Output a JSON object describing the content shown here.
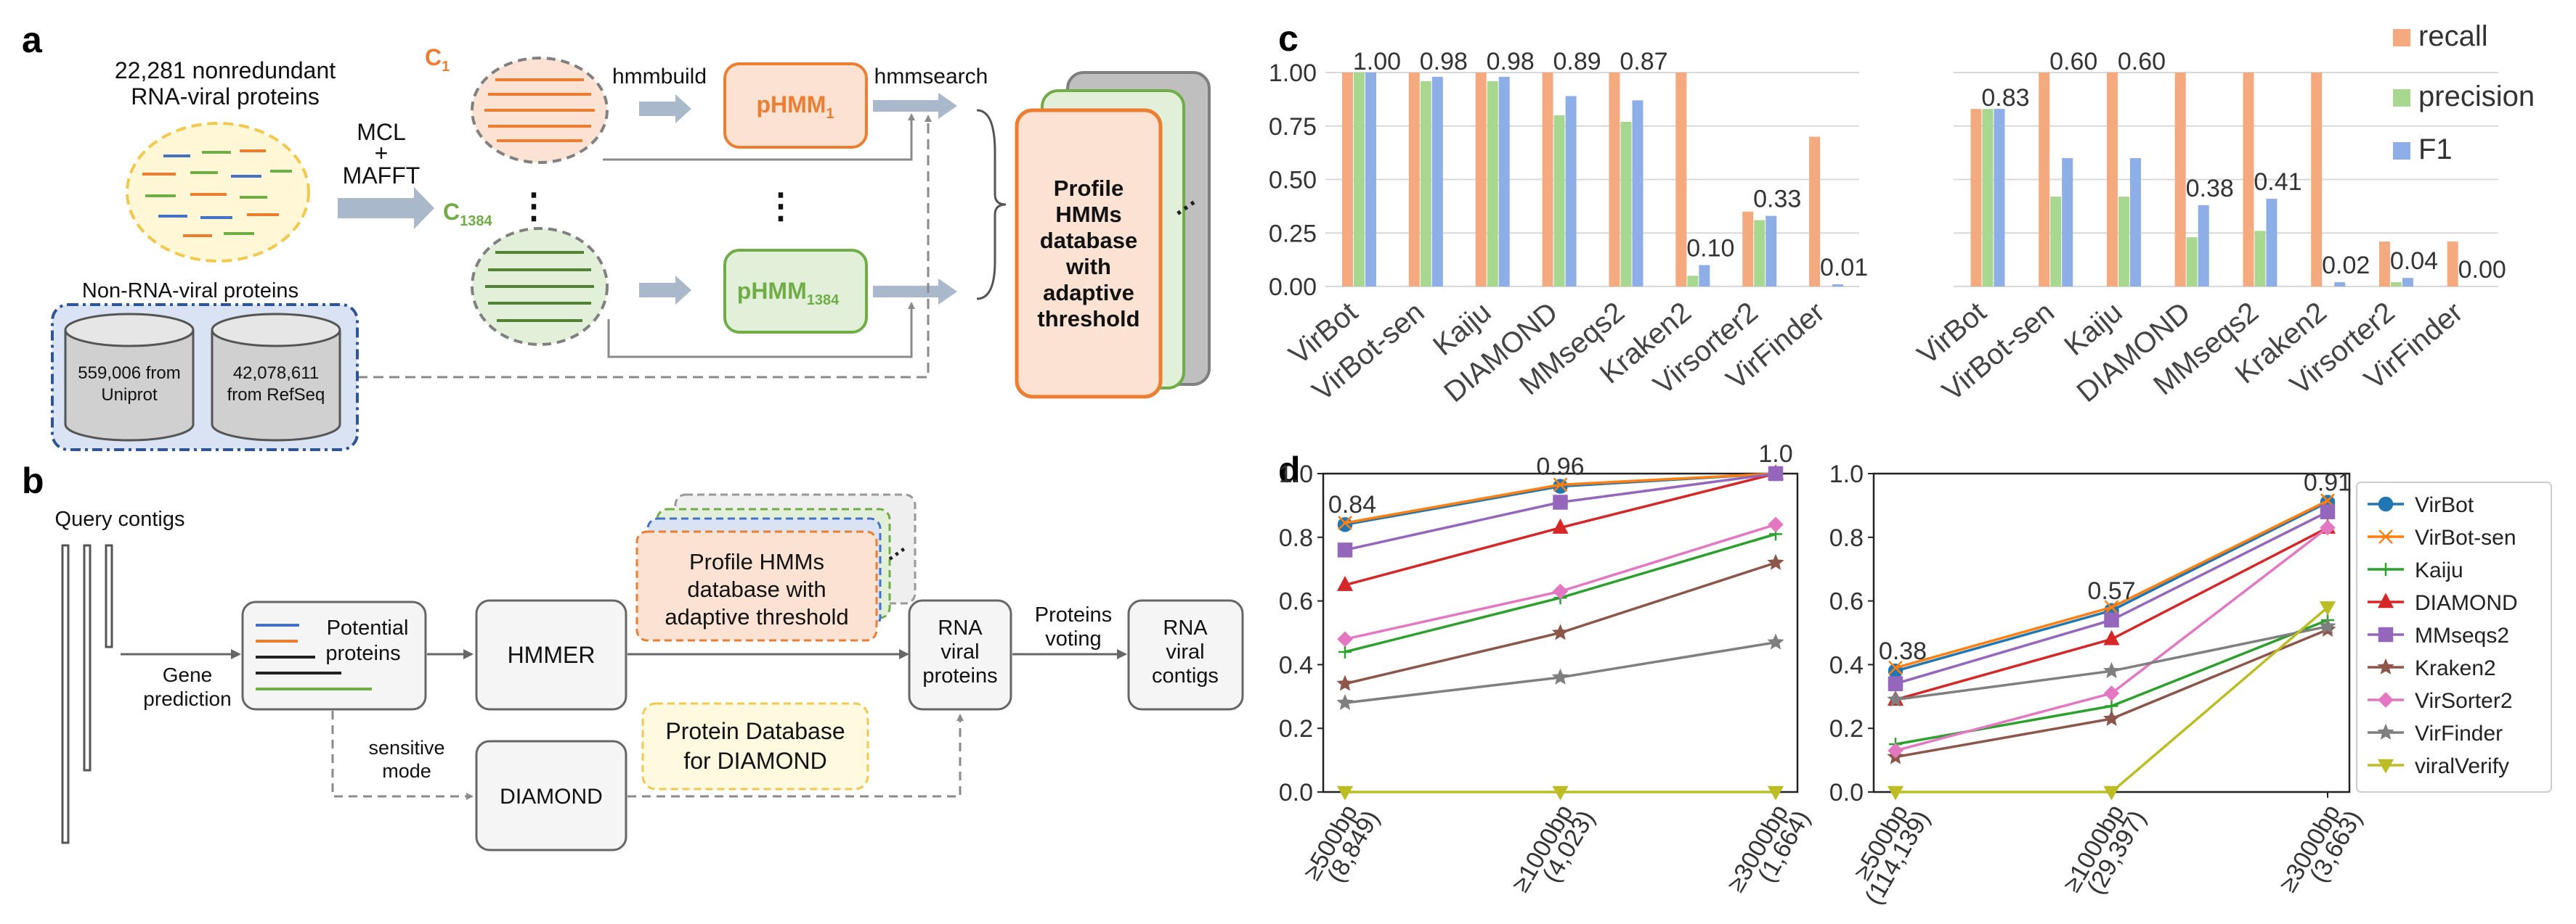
{
  "panel_labels": {
    "a": "a",
    "b": "b",
    "c": "c",
    "d": "d"
  },
  "panel_a": {
    "title_line1": "22,281 nonredundant",
    "title_line2": "RNA-viral proteins",
    "mcl": "MCL",
    "plus": "+",
    "mafft": "MAFFT",
    "c1_main": "C",
    "c1_sub": "1",
    "cn_main": "C",
    "cn_sub": "1384",
    "hmmbuild": "hmmbuild",
    "hmmsearch": "hmmsearch",
    "phmm1_main": "pHMM",
    "phmm1_sub": "1",
    "phmmn_main": "pHMM",
    "phmmn_sub": "1384",
    "nonviral_title": "Non-RNA-viral proteins",
    "db1_line1": "559,006 from",
    "db1_line2": "Uniprot",
    "db2_line1": "42,078,611",
    "db2_line2": "from RefSeq",
    "profile_lines": [
      "Profile",
      "HMMs",
      "database",
      "with",
      "adaptive",
      "threshold"
    ],
    "dots": "⋮"
  },
  "panel_b": {
    "query": "Query contigs",
    "gene_pred_line1": "Gene",
    "gene_pred_line2": "prediction",
    "potential_line1": "Potential",
    "potential_line2": "proteins",
    "hmmer": "HMMER",
    "profile_line1": "Profile HMMs",
    "profile_line2": "database with",
    "profile_line3": "adaptive threshold",
    "rna_line1": "RNA",
    "rna_line2": "viral",
    "rna_line3": "proteins",
    "voting_line1": "Proteins",
    "voting_line2": "voting",
    "contigs_line1": "RNA",
    "contigs_line2": "viral",
    "contigs_line3": "contigs",
    "sensitive_line1": "sensitive",
    "sensitive_line2": "mode",
    "diamond": "DIAMOND",
    "protdb_line1": "Protein Database",
    "protdb_line2": "for DIAMOND"
  },
  "colors": {
    "recall": "#f5a97f",
    "precision": "#a8d890",
    "f1": "#8eaee8",
    "orange": "#ed7d31",
    "green": "#70ad47",
    "blue_dash": "#2f5597",
    "yellow_dash": "#f2c94c",
    "arrow": "#aab8cc"
  },
  "chart_data": [
    {
      "type": "bar",
      "categories": [
        "VirBot",
        "VirBot-sen",
        "Kaiju",
        "DIAMOND",
        "MMseqs2",
        "Kraken2",
        "Virsorter2",
        "VirFinder"
      ],
      "series": [
        {
          "name": "recall",
          "values": [
            1.0,
            1.0,
            1.0,
            1.0,
            1.0,
            1.0,
            0.35,
            0.7
          ]
        },
        {
          "name": "precision",
          "values": [
            1.0,
            0.96,
            0.96,
            0.8,
            0.77,
            0.05,
            0.31,
            0.0
          ]
        },
        {
          "name": "F1",
          "values": [
            1.0,
            0.98,
            0.98,
            0.89,
            0.87,
            0.1,
            0.33,
            0.01
          ]
        }
      ],
      "annotations": [
        "1.00",
        "0.98",
        "0.98",
        "0.89",
        "0.87",
        "0.10",
        "0.33",
        "0.01"
      ],
      "yticks": [
        "0.00",
        "0.25",
        "0.50",
        "0.75",
        "1.00"
      ],
      "ylim": [
        0,
        1.0
      ],
      "grid": true,
      "legend": "top-right"
    },
    {
      "type": "bar",
      "categories": [
        "VirBot",
        "VirBot-sen",
        "Kaiju",
        "DIAMOND",
        "MMseqs2",
        "Kraken2",
        "Virsorter2",
        "VirFinder"
      ],
      "series": [
        {
          "name": "recall",
          "values": [
            0.83,
            1.0,
            1.0,
            1.0,
            1.0,
            1.0,
            0.21,
            0.21
          ]
        },
        {
          "name": "precision",
          "values": [
            0.83,
            0.42,
            0.42,
            0.23,
            0.26,
            0.0,
            0.02,
            0.0
          ]
        },
        {
          "name": "F1",
          "values": [
            0.83,
            0.6,
            0.6,
            0.38,
            0.41,
            0.02,
            0.04,
            0.0
          ]
        }
      ],
      "annotations": [
        "0.83",
        "0.60",
        "0.60",
        "0.38",
        "0.41",
        "0.02",
        "0.04",
        "0.00"
      ],
      "ylim": [
        0,
        1.0
      ],
      "grid": true
    },
    {
      "type": "line",
      "x": [
        "≥500bp\n(8,849)",
        "≥1000bp\n(4,023)",
        "≥3000bp\n(1,664)"
      ],
      "xtick_line1": [
        "≥500bp",
        "≥1000bp",
        "≥3000bp"
      ],
      "xtick_line2": [
        "(8,849)",
        "(4,023)",
        "(1,664)"
      ],
      "series": [
        {
          "name": "VirBot",
          "color": "#1f77b4",
          "marker": "circle",
          "values": [
            0.84,
            0.96,
            1.0
          ]
        },
        {
          "name": "VirBot-sen",
          "color": "#ff7f0e",
          "marker": "x",
          "values": [
            0.845,
            0.965,
            1.0
          ]
        },
        {
          "name": "Kaiju",
          "color": "#2ca02c",
          "marker": "plus",
          "values": [
            0.44,
            0.61,
            0.81
          ]
        },
        {
          "name": "DIAMOND",
          "color": "#d62728",
          "marker": "triangle",
          "values": [
            0.65,
            0.83,
            1.0
          ]
        },
        {
          "name": "MMseqs2",
          "color": "#9467bd",
          "marker": "square",
          "values": [
            0.76,
            0.91,
            1.0
          ]
        },
        {
          "name": "Kraken2",
          "color": "#8c564b",
          "marker": "star",
          "values": [
            0.34,
            0.5,
            0.72
          ]
        },
        {
          "name": "VirSorter2",
          "color": "#e377c2",
          "marker": "diamond",
          "values": [
            0.48,
            0.63,
            0.84
          ]
        },
        {
          "name": "VirFinder",
          "color": "#7f7f7f",
          "marker": "star",
          "values": [
            0.28,
            0.36,
            0.47
          ]
        },
        {
          "name": "viralVerify",
          "color": "#bcbd22",
          "marker": "tridown",
          "values": [
            0.0,
            0.0,
            0.0
          ]
        }
      ],
      "annotations": [
        {
          "text": "0.84",
          "index": 0
        },
        {
          "text": "0.96",
          "index": 1
        },
        {
          "text": "1.0",
          "index": 2
        }
      ],
      "yticks": [
        "0.0",
        "0.2",
        "0.4",
        "0.6",
        "0.8",
        "1.0"
      ],
      "ylim": [
        0,
        1.0
      ]
    },
    {
      "type": "line",
      "xtick_line1": [
        "≥500bp",
        "≥1000bp",
        "≥3000bp"
      ],
      "xtick_line2": [
        "(114,139)",
        "(29,397)",
        "(3,663)"
      ],
      "series": [
        {
          "name": "VirBot",
          "color": "#1f77b4",
          "marker": "circle",
          "values": [
            0.38,
            0.57,
            0.91
          ]
        },
        {
          "name": "VirBot-sen",
          "color": "#ff7f0e",
          "marker": "x",
          "values": [
            0.39,
            0.58,
            0.915
          ]
        },
        {
          "name": "Kaiju",
          "color": "#2ca02c",
          "marker": "plus",
          "values": [
            0.15,
            0.27,
            0.54
          ]
        },
        {
          "name": "DIAMOND",
          "color": "#d62728",
          "marker": "triangle",
          "values": [
            0.29,
            0.48,
            0.83
          ]
        },
        {
          "name": "MMseqs2",
          "color": "#9467bd",
          "marker": "square",
          "values": [
            0.34,
            0.54,
            0.88
          ]
        },
        {
          "name": "Kraken2",
          "color": "#8c564b",
          "marker": "star",
          "values": [
            0.11,
            0.23,
            0.51
          ]
        },
        {
          "name": "VirSorter2",
          "color": "#e377c2",
          "marker": "diamond",
          "values": [
            0.13,
            0.31,
            0.83
          ]
        },
        {
          "name": "VirFinder",
          "color": "#7f7f7f",
          "marker": "star",
          "values": [
            0.29,
            0.38,
            0.52
          ]
        },
        {
          "name": "viralVerify",
          "color": "#bcbd22",
          "marker": "tridown",
          "values": [
            0.0,
            0.0,
            0.58
          ]
        }
      ],
      "annotations": [
        {
          "text": "0.38",
          "index": 0
        },
        {
          "text": "0.57",
          "index": 1
        },
        {
          "text": "0.91",
          "index": 2
        }
      ],
      "yticks": [
        "0.0",
        "0.2",
        "0.4",
        "0.6",
        "0.8",
        "1.0"
      ],
      "ylim": [
        0,
        1.0
      ],
      "legend": "right"
    }
  ]
}
